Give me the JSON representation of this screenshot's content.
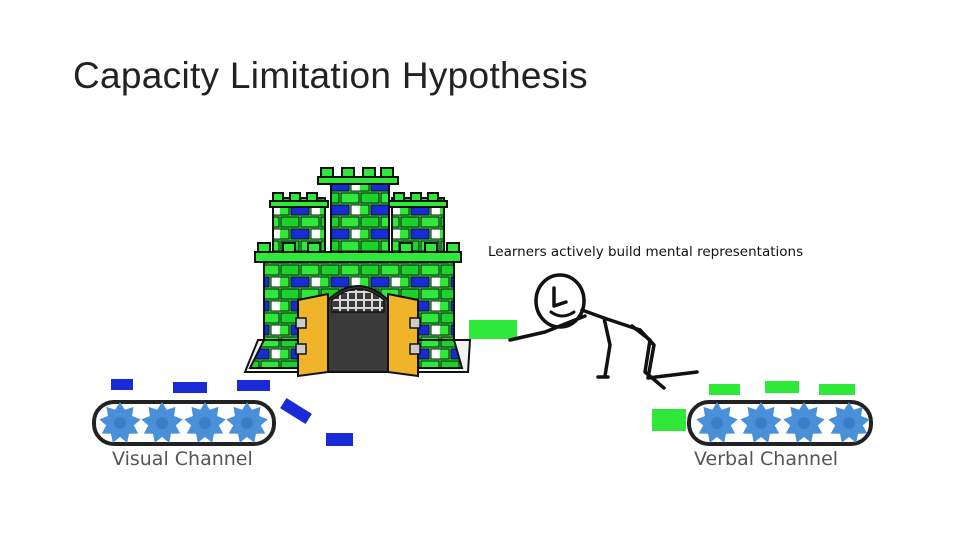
{
  "slide": {
    "title": "Capacity Limitation Hypothesis",
    "caption": "Learners actively build mental representations"
  },
  "channels": {
    "visual": {
      "label": "Visual Channel",
      "token_color": "#1a2ad6",
      "gear_color": "#4a90d9"
    },
    "verbal": {
      "label": "Verbal Channel",
      "token_color": "#2ee83a",
      "gear_color": "#4a90d9"
    }
  },
  "castle": {
    "brick_color": "#2ee83a",
    "accent_color": "#1a2ad6",
    "door_color": "#f0b42a"
  }
}
